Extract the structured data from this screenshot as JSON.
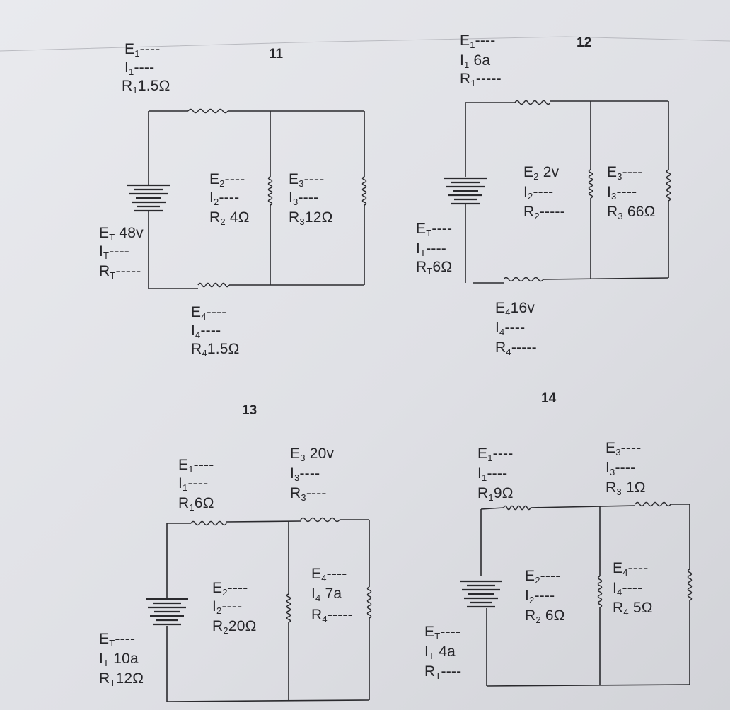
{
  "circuits": [
    {
      "number": "11",
      "labels": {
        "E1": "E1----",
        "I1": "I1----",
        "R1": "R11.5Ω",
        "E2": "E2----",
        "I2": "I2----",
        "R2": "R2 4Ω",
        "E3": "E3----",
        "I3": "I3----",
        "R3": "R312Ω",
        "E4": "E4----",
        "I4": "I4----",
        "R4": "R41.5Ω",
        "ET": "ET 48v",
        "IT": "IT----",
        "RT": "RT-----"
      }
    },
    {
      "number": "12",
      "labels": {
        "E1": "E1----",
        "I1": "I1 6a",
        "R1": "R1-----",
        "E2": "E2 2v",
        "I2": "I2----",
        "R2": "R2-----",
        "E3": "E3----",
        "I3": "I3----",
        "R3": "R3 66Ω",
        "E4": "E416v",
        "I4": "I4----",
        "R4": "R4-----",
        "ET": "ET----",
        "IT": "IT----",
        "RT": "RT6Ω"
      }
    },
    {
      "number": "13",
      "labels": {
        "E1": "E1----",
        "I1": "I1----",
        "R1": "R16Ω",
        "E2": "E2----",
        "I2": "I2----",
        "R2": "R220Ω",
        "E3": "E3 20v",
        "I3": "I3----",
        "R3": "R3----",
        "E4": "E4----",
        "I4": "I4 7a",
        "R4": "R4-----",
        "ET": "ET----",
        "IT": "IT 10a",
        "RT": "RT12Ω"
      }
    },
    {
      "number": "14",
      "labels": {
        "E1": "E1----",
        "I1": "I1----",
        "R1": "R19Ω",
        "E2": "E2----",
        "I2": "I2----",
        "R2": "R2 6Ω",
        "E3": "E3----",
        "I3": "I3----",
        "R3": "R3 1Ω",
        "E4": "E4----",
        "I4": "I4----",
        "R4": "R4 5Ω",
        "ET": "ET----",
        "IT": "IT 4a",
        "RT": "RT----"
      }
    }
  ]
}
